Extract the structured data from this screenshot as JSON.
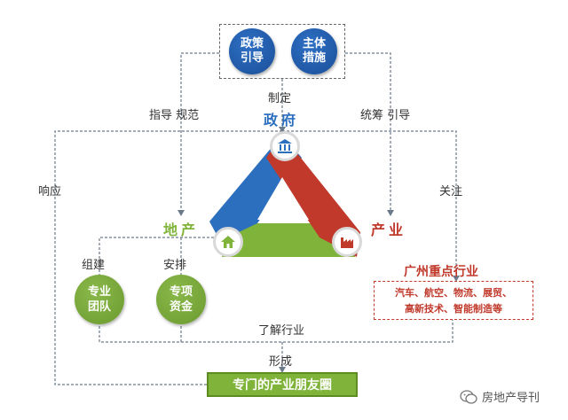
{
  "colors": {
    "government": "#2c6fbf",
    "industry": "#c0392b",
    "realestate": "#7fb33a",
    "connector": "#6b7a8a"
  },
  "top_box": {
    "left_circle": "政策\n引导",
    "right_circle": "主体\n措施"
  },
  "labels": {
    "zhiding": "制定",
    "zhidao_guifan": "指导 规范",
    "tongchou_yindao": "统筹 引导",
    "xiangying": "响应",
    "guanzhu": "关注",
    "zujian": "组建",
    "anpai": "安排",
    "liaojie_hangye": "了解行业",
    "xingcheng": "形成"
  },
  "nodes": {
    "government": "政府",
    "realestate": "地产",
    "industry": "产业"
  },
  "icons": {
    "government": "bank-icon",
    "realestate": "house-icon",
    "industry": "factory-icon"
  },
  "industry_box": {
    "title": "广州重点行业",
    "line1": "汽车、航空、物流、展贸、",
    "line2": "高新技术、智能制造等"
  },
  "green_circles": {
    "team": "专业\n团队",
    "fund": "专项\n资金"
  },
  "bottom_box": "专门的产业朋友圈",
  "watermark": "房地产导刊"
}
